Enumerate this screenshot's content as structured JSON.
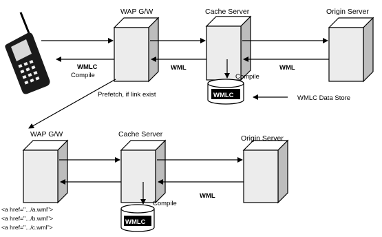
{
  "top": {
    "wap_gw_label": "WAP G/W",
    "cache_server_label": "Cache Server",
    "origin_server_label": "Origin Server",
    "wmlc_compile_line1": "WMLC",
    "wmlc_compile_line2": "Compile",
    "wml_label_1": "WML",
    "wml_label_2": "WML",
    "compile_label": "Compile",
    "db_label": "WMLC",
    "data_store_label": "WMLC Data Store",
    "prefetch_label": "Prefetch, if link exist"
  },
  "bottom": {
    "wap_gw_label": "WAP G/W",
    "cache_server_label": "Cache Server",
    "origin_server_label": "Origin Server",
    "wml_label": "WML",
    "compile_label": "Compile",
    "db_label": "WMLC",
    "links": [
      "<a href=\".../a.wml\">",
      "<a href=\".../b.wml\">",
      "<a href=\".../c.wml\">"
    ]
  },
  "icons": {
    "phone": "mobile-phone-icon",
    "server_box": "server-cube-icon",
    "database": "database-cylinder-icon"
  }
}
